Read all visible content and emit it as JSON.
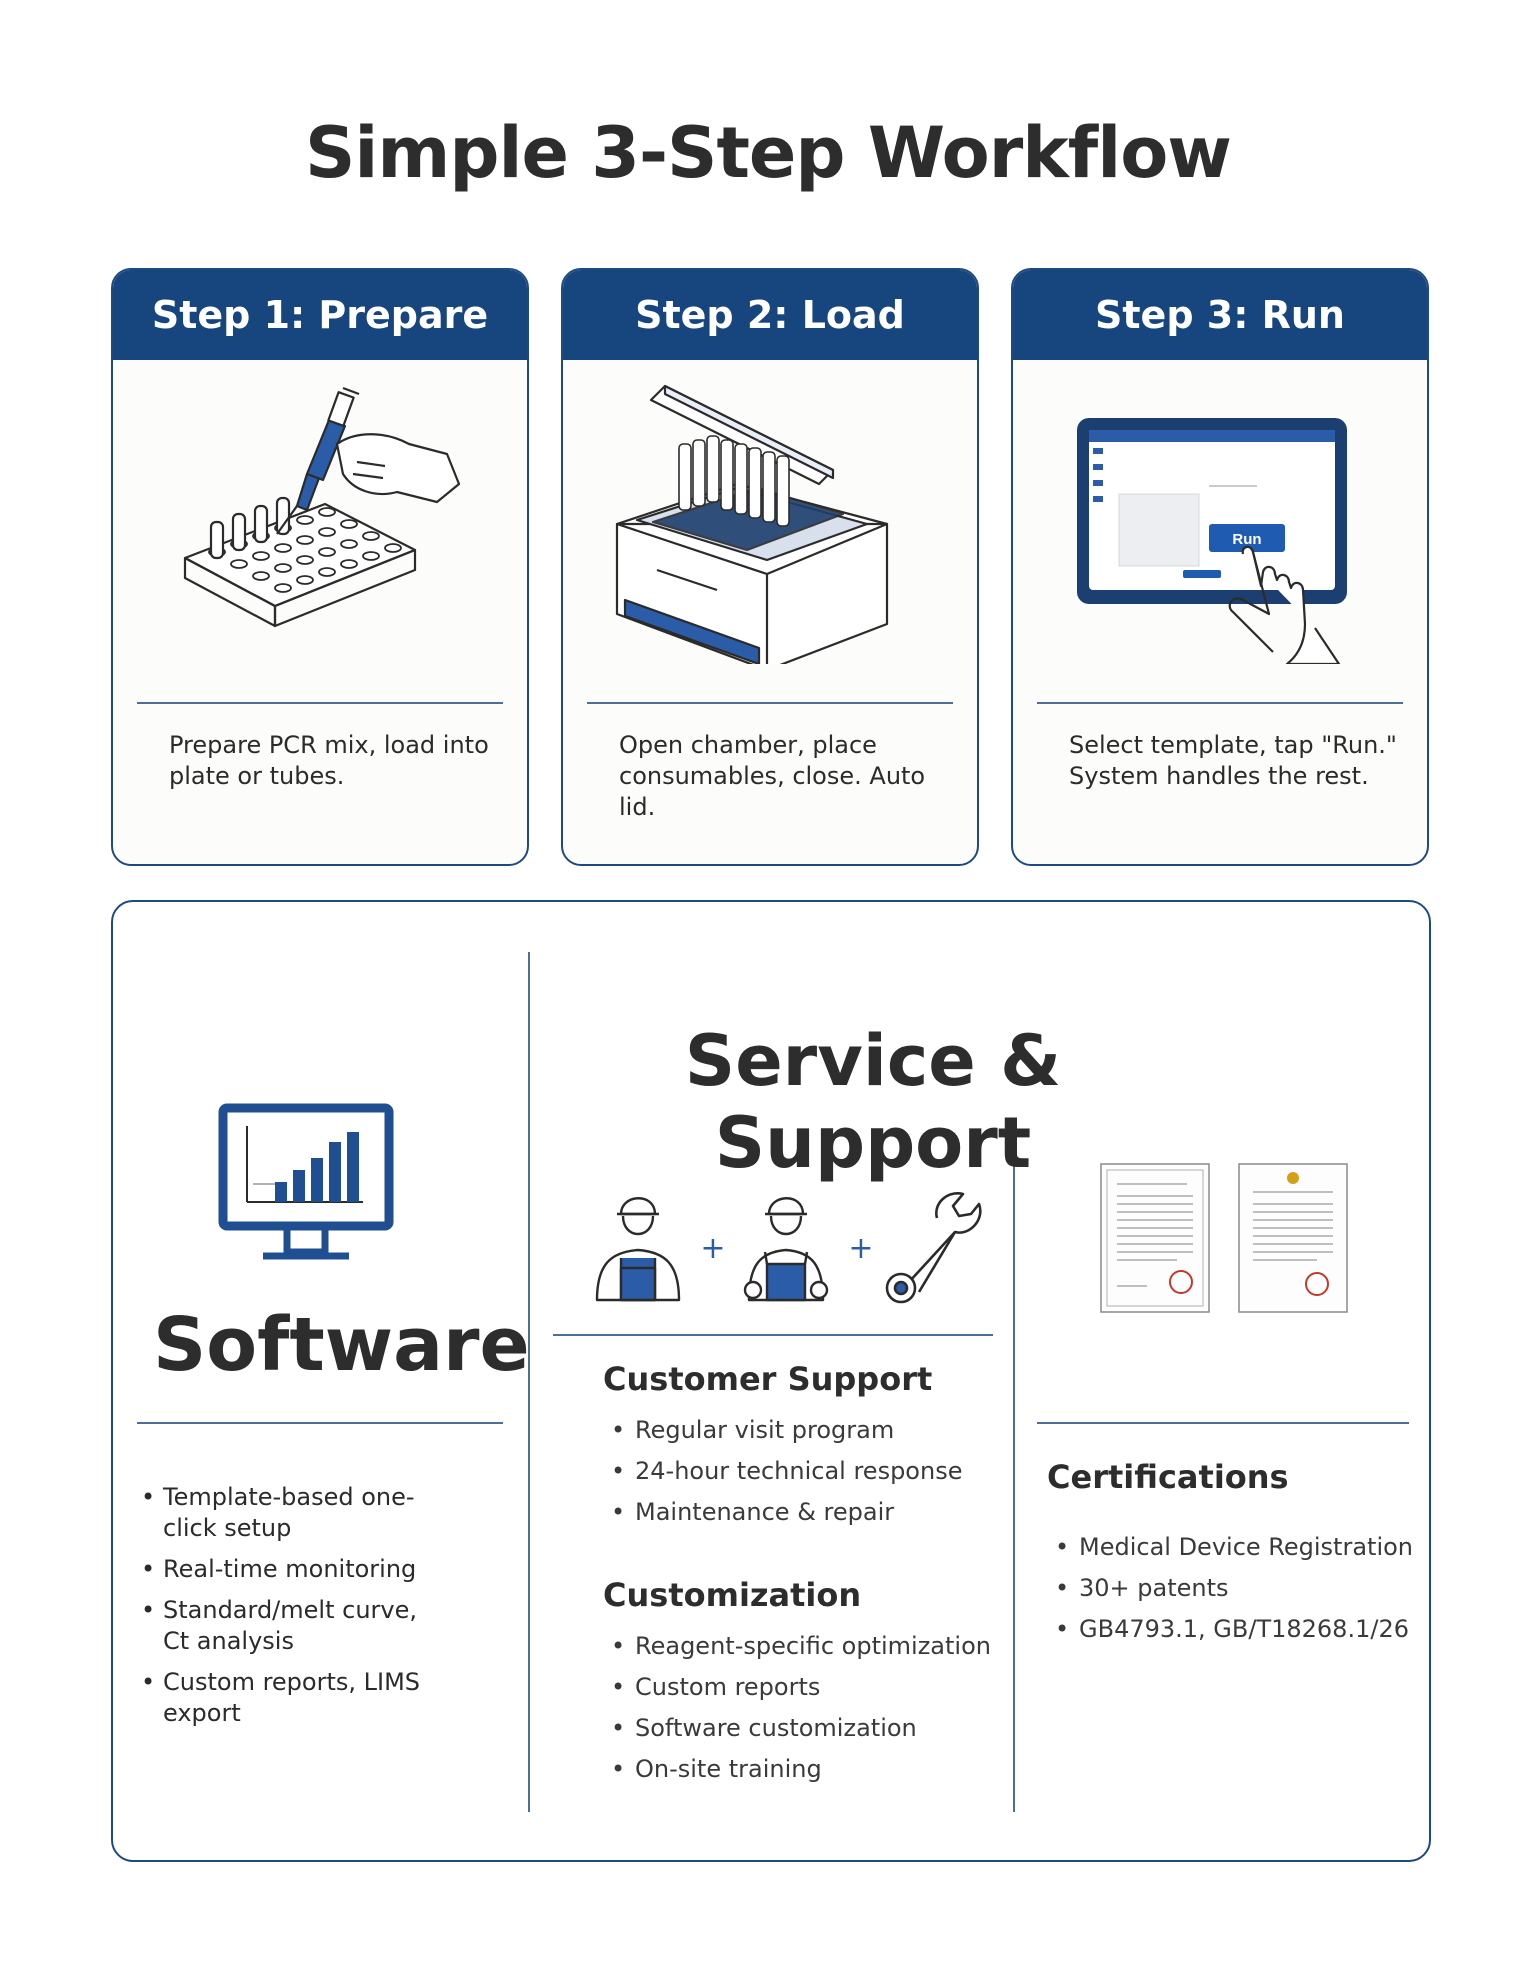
{
  "page": {
    "title": "Simple 3-Step Workflow"
  },
  "steps": [
    {
      "title": "Step 1: Prepare",
      "description": "Prepare PCR mix, load into plate or tubes.",
      "icon": "pipette-tube-rack-icon"
    },
    {
      "title": "Step 2: Load",
      "description": "Open chamber, place consumables, close. Auto lid.",
      "icon": "pcr-instrument-icon"
    },
    {
      "title": "Step 3: Run",
      "description": "Select template, tap \"Run.\" System handles the rest.",
      "icon": "touchscreen-run-icon",
      "screen_button_label": "Run"
    }
  ],
  "software": {
    "title": "Software",
    "icon": "monitor-bar-chart-icon",
    "items": [
      "Template-based one-click setup",
      "Real-time monitoring",
      "Standard/melt curve, Ct analysis",
      "Custom reports, LIMS export"
    ]
  },
  "service": {
    "title": "Service & Support",
    "icons": [
      "technician-icon",
      "plus-icon",
      "technician-icon",
      "plus-icon",
      "wrench-icon"
    ],
    "customer_support": {
      "heading": "Customer Support",
      "items": [
        "Regular visit program",
        "24-hour technical response",
        "Maintenance & repair"
      ]
    },
    "customization": {
      "heading": "Customization",
      "items": [
        "Reagent-specific optimization",
        "Custom reports",
        "Software customization",
        "On-site training"
      ]
    },
    "certifications": {
      "heading": "Certifications",
      "icon": "certificate-documents-icon",
      "items": [
        "Medical Device Registration",
        "30+ patents",
        "GB4793.1, GB/T18268.1/26"
      ]
    }
  },
  "colors": {
    "brand_blue": "#17467f",
    "accent_blue": "#2a5ca8",
    "divider": "#4d6f97",
    "text": "#2d2d2d"
  }
}
